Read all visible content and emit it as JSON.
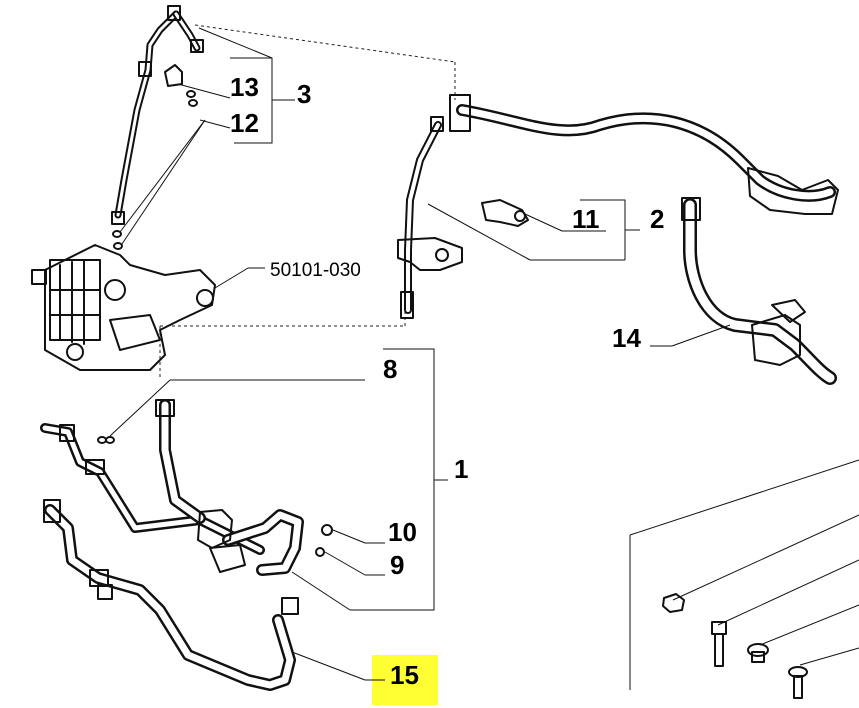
{
  "diagram": {
    "callouts": [
      {
        "id": "c3",
        "text": "3"
      },
      {
        "id": "c13",
        "text": "13"
      },
      {
        "id": "c12",
        "text": "12"
      },
      {
        "id": "c50101",
        "text": "50101-030"
      },
      {
        "id": "c11",
        "text": "11"
      },
      {
        "id": "c2",
        "text": "2"
      },
      {
        "id": "c14",
        "text": "14"
      },
      {
        "id": "c8",
        "text": "8"
      },
      {
        "id": "c1",
        "text": "1"
      },
      {
        "id": "c10",
        "text": "10"
      },
      {
        "id": "c9",
        "text": "9"
      },
      {
        "id": "c15",
        "text": "15"
      }
    ],
    "highlight_color": "#ffff33"
  }
}
